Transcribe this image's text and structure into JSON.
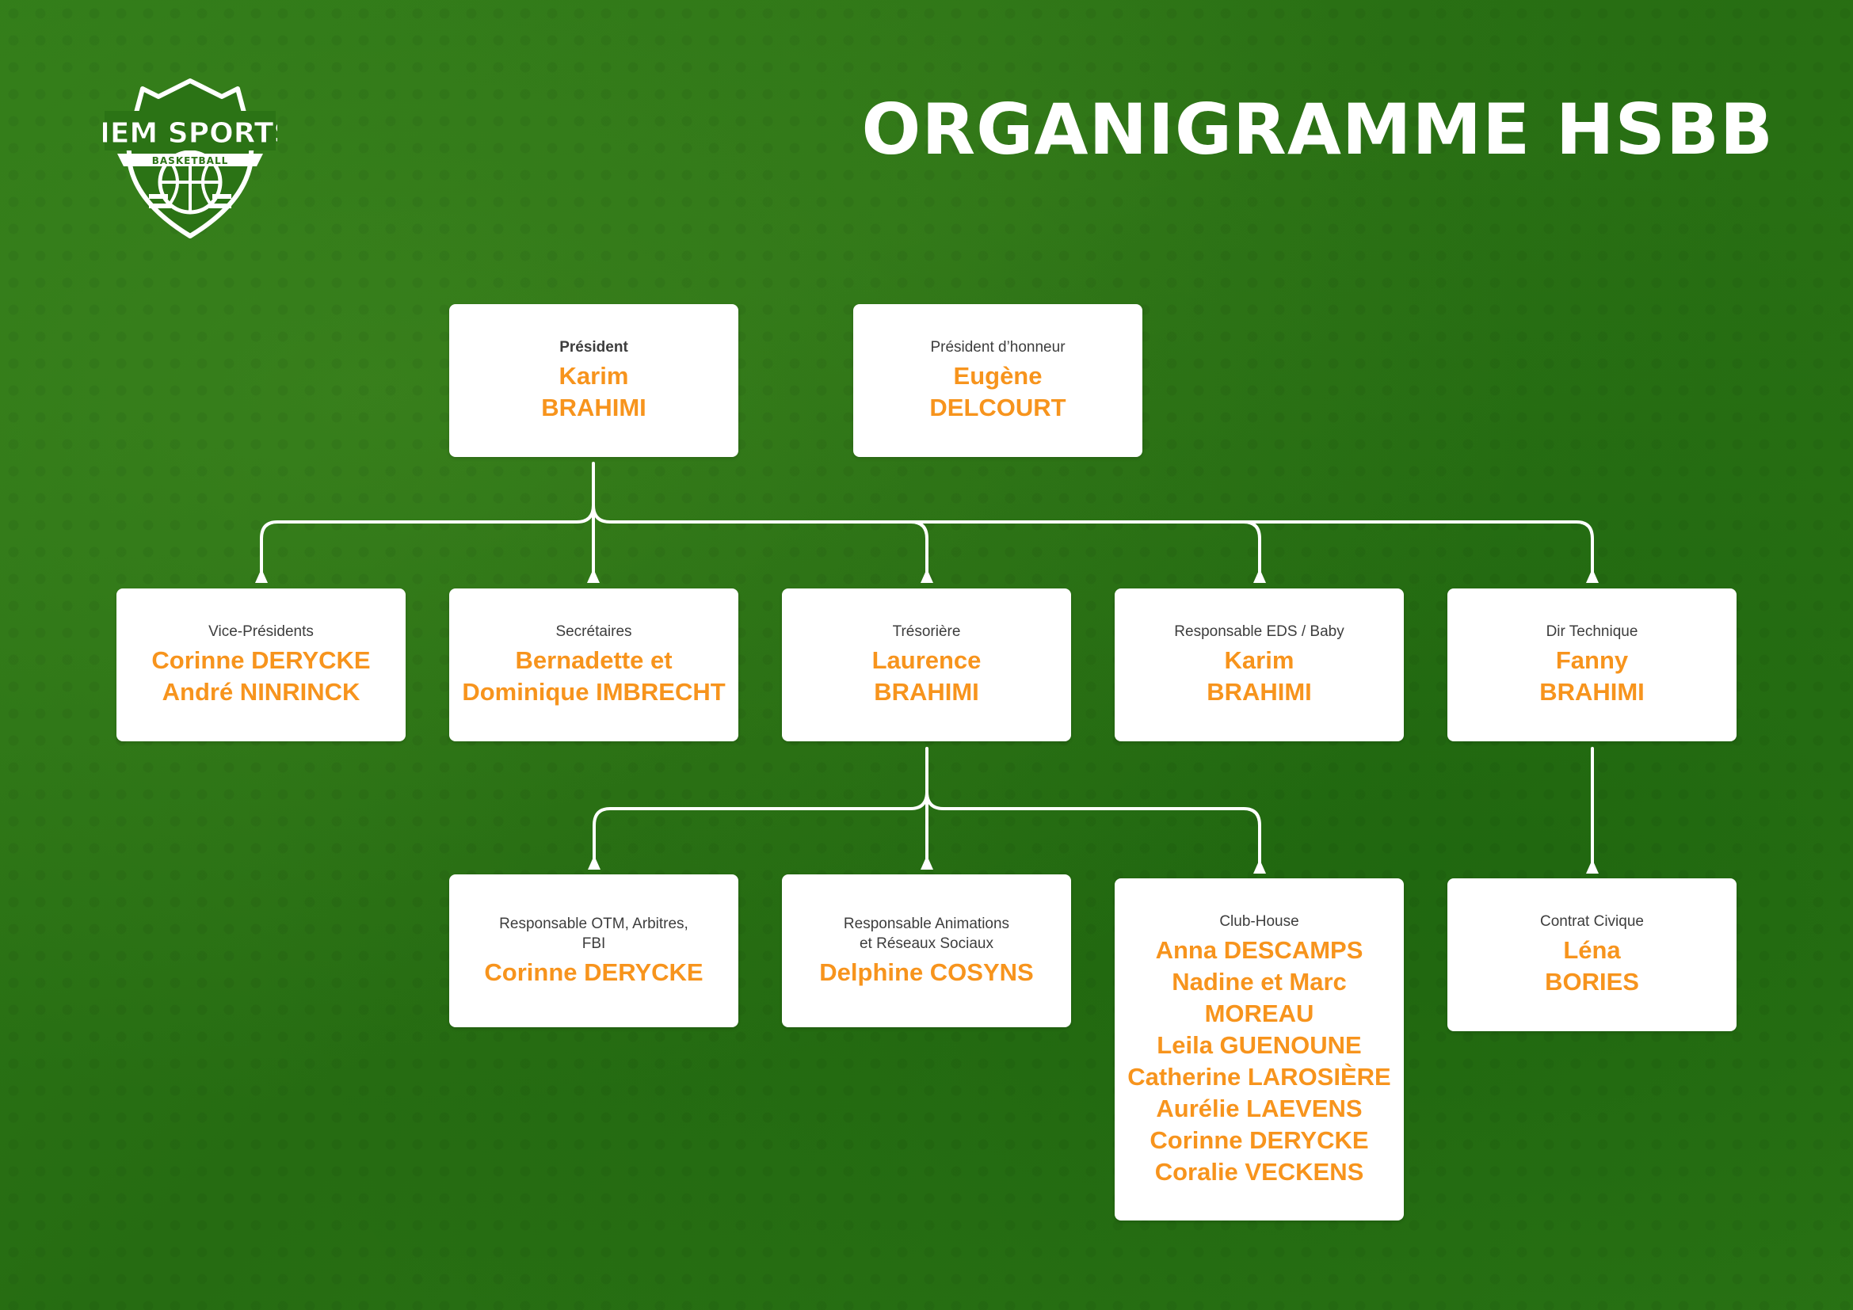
{
  "title": "ORGANIGRAMME HSBB",
  "logo": {
    "brand": "HEM SPORTS",
    "sub": "BASKETBALL",
    "icon": "basketball-shield-icon"
  },
  "colors": {
    "background": "#2b7315",
    "box": "#ffffff",
    "name": "#f7941d",
    "role": "#3d3d3d",
    "connector": "#ffffff"
  },
  "boxes": {
    "president": {
      "role": "Président",
      "name": "Karim\nBRAHIMI"
    },
    "president_honneur": {
      "role": "Président d’honneur",
      "name": "Eugène\nDELCOURT"
    },
    "vice_presidents": {
      "role": "Vice-Présidents",
      "name": "Corinne DERYCKE\nAndré NINRINCK"
    },
    "secretaires": {
      "role": "Secrétaires",
      "name": "Bernadette et\nDominique IMBRECHT"
    },
    "tresoriere": {
      "role": "Trésorière",
      "name": "Laurence\nBRAHIMI"
    },
    "eds": {
      "role": "Responsable EDS / Baby",
      "name": "Karim\nBRAHIMI"
    },
    "dir_technique": {
      "role": "Dir Technique",
      "name": "Fanny\nBRAHIMI"
    },
    "otm": {
      "role": "Responsable OTM, Arbitres,\nFBI",
      "name": "Corinne DERYCKE"
    },
    "animations": {
      "role": "Responsable Animations\net Réseaux Sociaux",
      "name": "Delphine COSYNS"
    },
    "club_house": {
      "role": "Club-House",
      "name": "Anna DESCAMPS\nNadine et Marc\nMOREAU\nLeila GUENOUNE\nCatherine LAROSIÈRE\nAurélie LAEVENS\nCorinne DERYCKE\nCoralie VECKENS"
    },
    "contrat_civique": {
      "role": "Contrat Civique",
      "name": "Léna\nBORIES"
    }
  }
}
